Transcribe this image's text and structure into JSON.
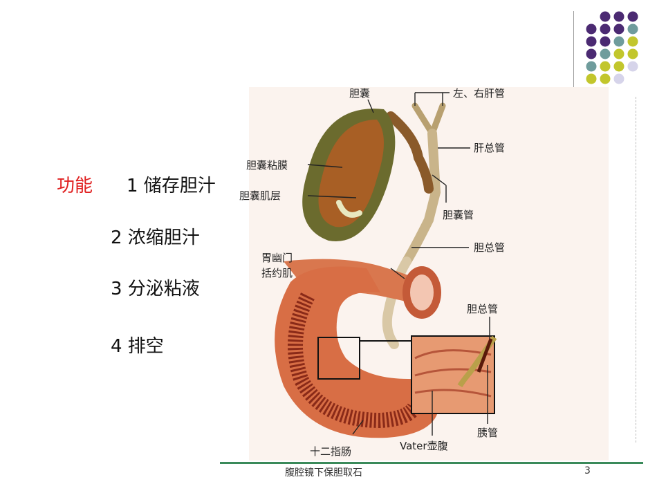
{
  "slide": {
    "title": "功能",
    "items": [
      "1 储存胆汁",
      "2 浓缩胆汁",
      "3 分泌粘液",
      "4 排空"
    ]
  },
  "diagram_labels": {
    "gallbladder": "胆囊",
    "hepatic_ducts": "左、右肝管",
    "common_hepatic_duct": "肝总管",
    "gb_mucosa": "胆囊粘膜",
    "gb_muscle": "胆囊肌层",
    "cystic_duct": "胆囊管",
    "common_bile_duct": "胆总管",
    "pyloric_sphincter_1": "胃幽门",
    "pyloric_sphincter_2": "括约肌",
    "common_bile_duct_2": "胆总管",
    "pancreatic_duct": "胰管",
    "duodenum": "十二指肠",
    "vater_ampulla": "Vater壶腹"
  },
  "footer": {
    "text": "腹腔镜下保胆取石",
    "page": "3"
  },
  "colors": {
    "accent_red": "#e02020",
    "dot_purple": "#4b2a72",
    "dot_teal": "#6f9c9c",
    "dot_olive": "#c2c62c",
    "dot_lavender": "#d6d4ea",
    "footer_line": "#3a8a5a"
  }
}
